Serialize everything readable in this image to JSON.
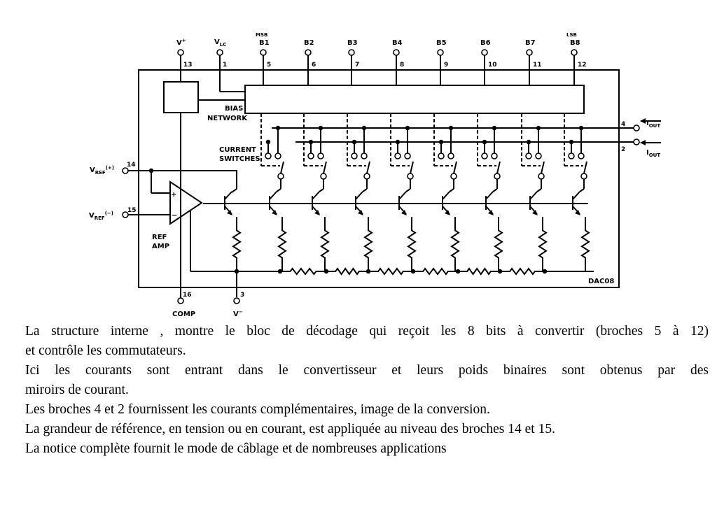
{
  "diagram": {
    "device": "DAC08",
    "pins": {
      "vplus": {
        "name": "V",
        "sup": "+",
        "num": "13"
      },
      "vlc": {
        "name": "V",
        "sub": "LC",
        "num": "1"
      },
      "bits": [
        {
          "name": "B1",
          "top": "MSB",
          "num": "5"
        },
        {
          "name": "B2",
          "top": "",
          "num": "6"
        },
        {
          "name": "B3",
          "top": "",
          "num": "7"
        },
        {
          "name": "B4",
          "top": "",
          "num": "8"
        },
        {
          "name": "B5",
          "top": "",
          "num": "9"
        },
        {
          "name": "B6",
          "top": "",
          "num": "10"
        },
        {
          "name": "B7",
          "top": "",
          "num": "11"
        },
        {
          "name": "B8",
          "top": "LSB",
          "num": "12"
        }
      ],
      "iout": {
        "num": "4",
        "name": "I",
        "sub": "OUT"
      },
      "iout_bar": {
        "num": "2",
        "name": "I",
        "sub": "OUT"
      },
      "vref_plus": {
        "name": "V",
        "sub": "REF",
        "sup": "(+)",
        "num": "14"
      },
      "vref_minus": {
        "name": "V",
        "sub": "REF",
        "sup": "(−)",
        "num": "15"
      },
      "comp": {
        "name": "COMP",
        "num": "16"
      },
      "vminus": {
        "name": "V",
        "sup": "−",
        "num": "3"
      }
    },
    "labels": {
      "bias1": "BIAS",
      "bias2": "NETWORK",
      "cs1": "CURRENT",
      "cs2": "SWITCHES",
      "ref1": "REF",
      "ref2": "AMP",
      "amp_plus": "+",
      "amp_minus": "−"
    }
  },
  "text": {
    "line1": "La structure interne , montre le bloc de décodage qui reçoit les 8 bits à convertir  (broches  5  à  12)",
    "line2": "et  contrôle  les  commutateurs.",
    "line3": "Ici  les  courants  sont  entrant  dans  le convertisseur  et  leurs  poids  binaires  sont  obtenus  par  des",
    "line4": "miroirs  de  courant.",
    "line5": "Les  broches  4  et  2 fournissent  les  courants  complémentaires,  image  de  la  conversion.",
    "line6": "La  grandeur  de  référence,  en tension ou en courant, est appliquée au niveau des broches 14 et 15.",
    "line7": "La notice complète fournit le mode de câblage et de nombreuses applications"
  }
}
